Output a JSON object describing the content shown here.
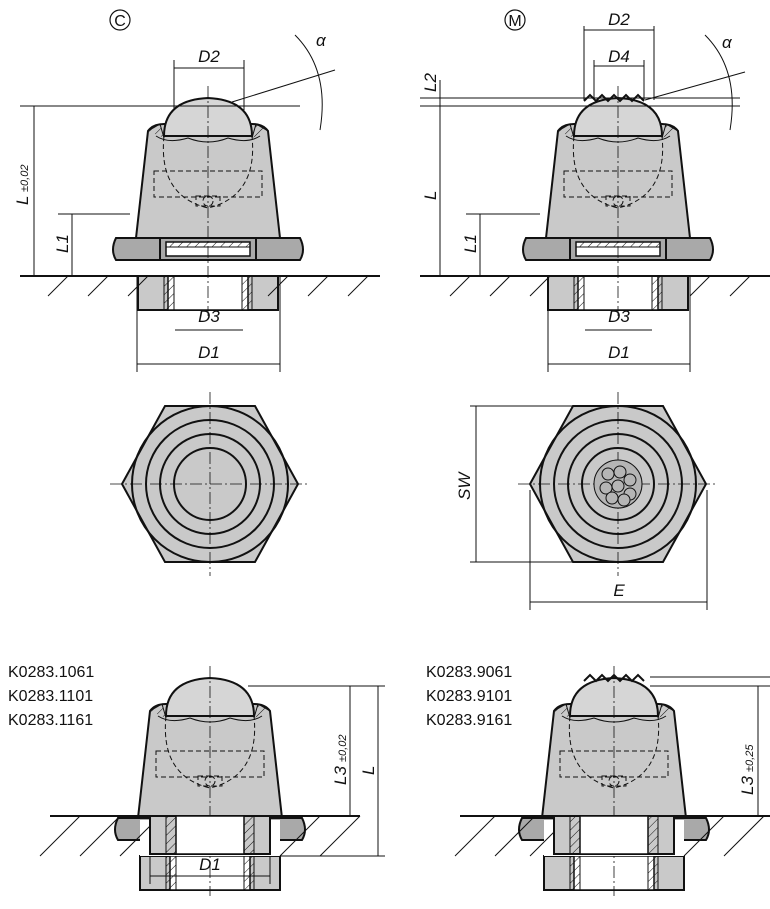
{
  "variants": {
    "c_symbol": "C",
    "m_symbol": "M"
  },
  "labels": {
    "alpha": "α",
    "D1": "D1",
    "D2": "D2",
    "D3": "D3",
    "D4": "D4",
    "L": "L",
    "L1": "L1",
    "L2": "L2",
    "L3": "L3",
    "SW": "SW",
    "E": "E",
    "L_tol": "±0,02",
    "L3_tol_c": "±0,02",
    "L3_tol_m": "±0,25"
  },
  "part_numbers": {
    "left": [
      "K0283.1061",
      "K0283.1101",
      "K0283.1161"
    ],
    "right": [
      "K0283.9061",
      "K0283.9101",
      "K0283.9161"
    ]
  }
}
